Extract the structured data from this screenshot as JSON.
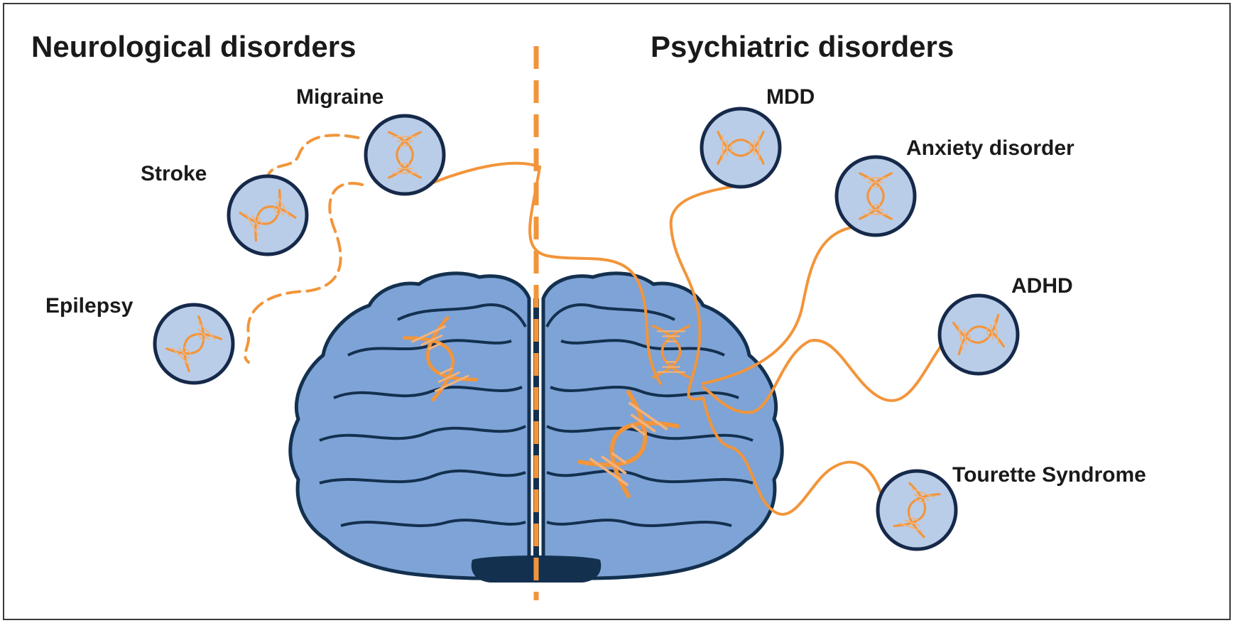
{
  "headings": {
    "left": "Neurological disorders",
    "right": "Psychiatric disorders"
  },
  "neurological": {
    "migraine": "Migraine",
    "stroke": "Stroke",
    "epilepsy": "Epilepsy"
  },
  "psychiatric": {
    "mdd": "MDD",
    "anxiety": "Anxiety disorder",
    "adhd": "ADHD",
    "tourette": "Tourette Syndrome"
  },
  "colors": {
    "brain_fill": "#7ea3d6",
    "brain_outline": "#13304f",
    "node_fill": "#b9cde8",
    "node_outline": "#16294a",
    "connector": "#f2953a",
    "text": "#1a1a1a"
  },
  "icons": [
    "brain-icon",
    "dna-icon"
  ]
}
